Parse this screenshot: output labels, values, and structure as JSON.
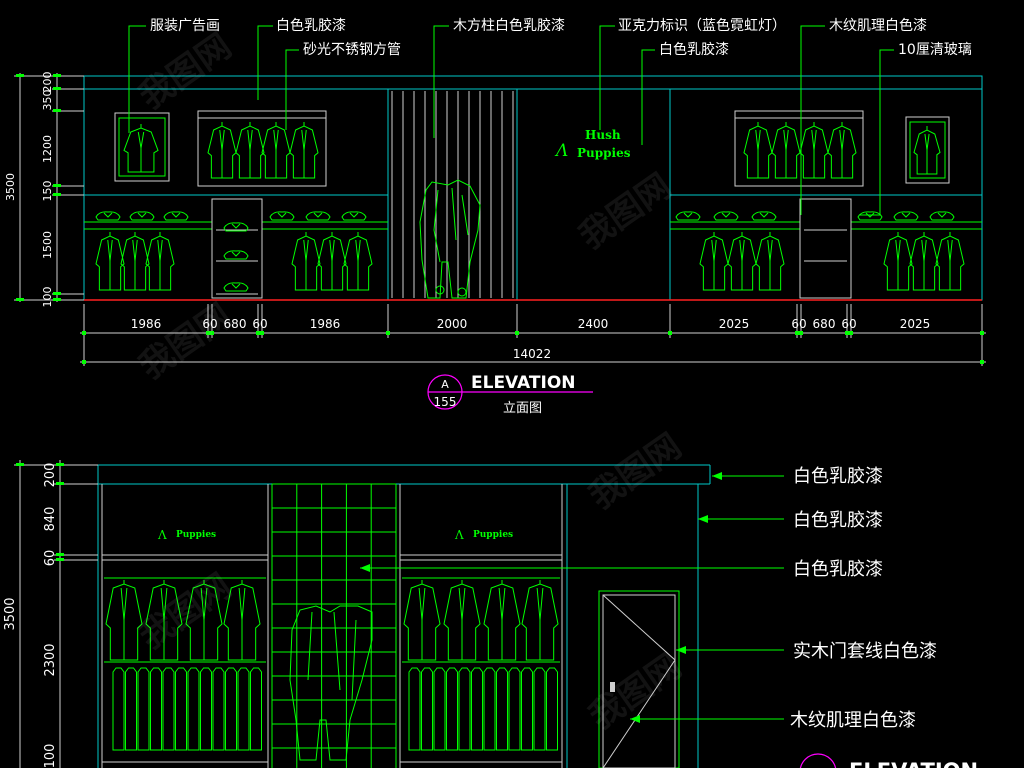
{
  "colors": {
    "background": "#000000",
    "wall_outline": "#00c8c8",
    "furniture": "#00ff00",
    "dimension": "#cfcfcf",
    "floor_line": "#ff2020",
    "leader": "#00ff00",
    "symbol": "#ff00ff",
    "dim_mark": "#00ff00"
  },
  "top_elevation": {
    "labels": {
      "ad_frame": "服装广告画",
      "latex_1": "白色乳胶漆",
      "steel_tube": "砂光不锈钢方管",
      "wood_column": "木方柱白色乳胶漆",
      "acrylic_sign": "亚克力标识（蓝色霓虹灯）",
      "latex_2": "白色乳胶漆",
      "wood_grain": "木纹肌理白色漆",
      "glass": "10厘清玻璃"
    },
    "brand": {
      "line1": "Hush",
      "line2": "Puppies"
    },
    "height_total": "3500",
    "height_dims": [
      "200",
      "350",
      "1200",
      "150",
      "1500",
      "100"
    ],
    "width_dims": [
      "1986",
      "60",
      "680",
      "60",
      "1986",
      "2000",
      "2400",
      "2025",
      "60",
      "680",
      "60",
      "2025"
    ],
    "width_total": "14022",
    "symbol": {
      "letter": "A",
      "sheet": "155"
    },
    "title": "ELEVATION",
    "subtitle": "立面图"
  },
  "bottom_elevation": {
    "labels": {
      "latex_1": "白色乳胶漆",
      "latex_2": "白色乳胶漆",
      "latex_3": "白色乳胶漆",
      "door_frame": "实木门套线白色漆",
      "wood_grain": "木纹肌理白色漆"
    },
    "brand_small": "Puppies",
    "height_total": "3500",
    "height_dims": [
      "200",
      "840",
      "60",
      "2300",
      "100"
    ],
    "title": "ELEVATION"
  },
  "watermark": "我图网"
}
